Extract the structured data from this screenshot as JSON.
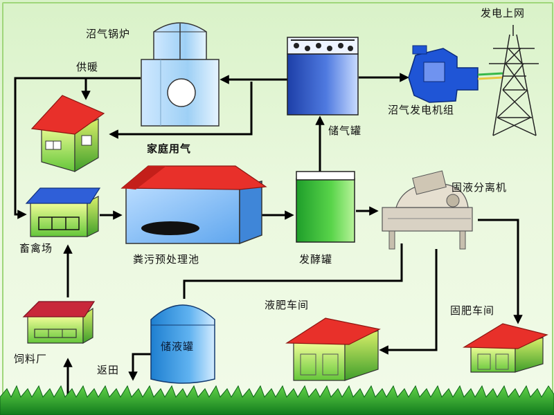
{
  "labels": {
    "boiler": "沼气锅炉",
    "heating": "供暖",
    "household_gas": "家庭用气",
    "gas_tank": "储气罐",
    "generator": "沼气发电机组",
    "grid": "发电上网",
    "livestock_farm": "畜禽场",
    "feed_factory": "饲料厂",
    "pretreatment_pool": "粪污预处理池",
    "fermentation_tank": "发酵罐",
    "separator": "固液分离机",
    "liquid_fertilizer_workshop": "液肥车间",
    "solid_fertilizer_workshop": "固肥车间",
    "liquid_storage_tank": "储液罐",
    "return_to_field": "返田"
  },
  "colors": {
    "background": "#e3f5d6",
    "frame": "#9fd67a",
    "roof_red": "#e8302a",
    "roof_blue": "#2f5fd8",
    "wall_green": "#8fd44a",
    "tank_blue": "#2a56c8",
    "tank_green": "#3fbf3f",
    "grass": "#1f9a2a",
    "arrow": "#000000"
  }
}
